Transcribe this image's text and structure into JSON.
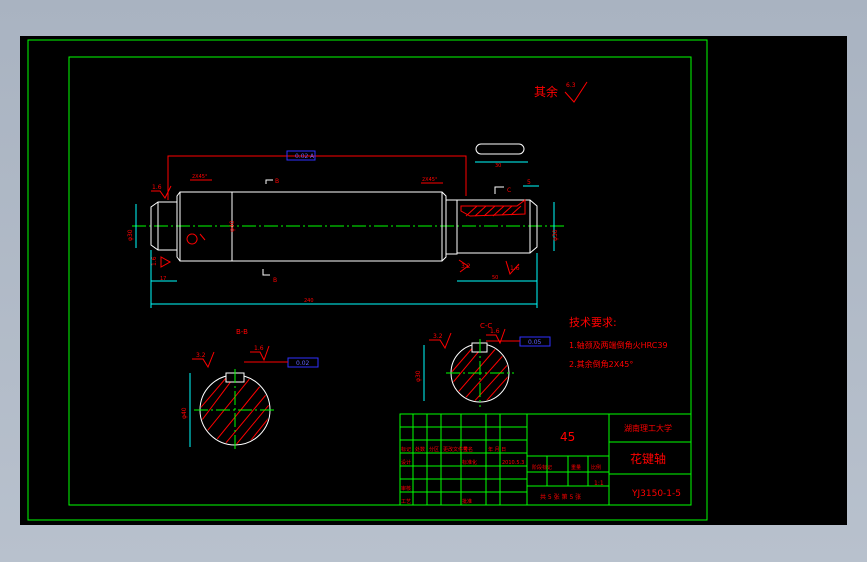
{
  "drawing": {
    "roughness_other_label": "其余",
    "roughness_other_value": "6.3",
    "dims": {
      "total_length": "240",
      "spline_length": "50",
      "left_len": "17",
      "keyway_len": "30",
      "right_small": "5",
      "chamfer_left": "2X45°",
      "chamfer_right": "2X45°",
      "dia_left": "φ30",
      "dia_mid": "φ40",
      "dia_right": "φ30",
      "runout_tol": "0.02",
      "datum_a": "A",
      "rough_1": "1.6",
      "rough_2": "1.6",
      "rough_3": "1.6",
      "rough_4": "3.2"
    },
    "sections": {
      "b_label": "B-B",
      "b_mark_top": "B",
      "b_mark_bottom": "B",
      "c_label": "C-C",
      "c_mark": "C",
      "b_rough": "3.2",
      "b_rough2": "1.6",
      "c_rough": "3.2",
      "c_rough2": "1.6",
      "b_tol": "0.02",
      "c_tol": "0.05",
      "b_dim": "φ40",
      "c_dim": "φ30"
    },
    "tech": {
      "title": "技术要求:",
      "line1": "1.轴颈及两端倒角火HRC39",
      "line2": "2.其余倒角2X45°"
    },
    "title_block": {
      "material": "45",
      "school": "湖南理工大学",
      "part_name": "花键轴",
      "drawing_no": "YJ3150-1-5",
      "sheets": "共 5 张  第 5 张",
      "scale": "1:1",
      "r1": "标记",
      "r2": "处数",
      "r3": "分区",
      "r4": "更改文件号",
      "r5": "签名",
      "r6": "年 月 日",
      "row_design": "设计",
      "row_check": "审核",
      "row_process": "工艺",
      "row_std": "标准化",
      "row_approve": "批准",
      "stage": "阶段标记",
      "weight": "重量",
      "ratio": "比例",
      "date": "2010.5.3"
    }
  }
}
